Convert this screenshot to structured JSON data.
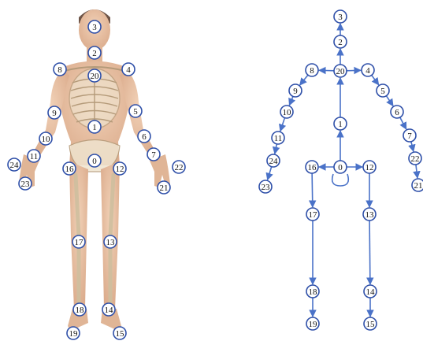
{
  "colors": {
    "skin": "#e8c2a4",
    "skin_shadow": "#cf9c7c",
    "bone": "#efe4cf",
    "bone_line": "#b49a79",
    "hair": "#6d5447",
    "joint_stroke": "#2e4fa8",
    "edge": "#4a72c8"
  },
  "joints": [
    {
      "id": "0",
      "label": "0"
    },
    {
      "id": "1",
      "label": "1"
    },
    {
      "id": "2",
      "label": "2"
    },
    {
      "id": "3",
      "label": "3"
    },
    {
      "id": "4",
      "label": "4"
    },
    {
      "id": "5",
      "label": "5"
    },
    {
      "id": "6",
      "label": "6"
    },
    {
      "id": "7",
      "label": "7"
    },
    {
      "id": "8",
      "label": "8"
    },
    {
      "id": "9",
      "label": "9"
    },
    {
      "id": "10",
      "label": "10"
    },
    {
      "id": "11",
      "label": "11"
    },
    {
      "id": "12",
      "label": "12"
    },
    {
      "id": "13",
      "label": "13"
    },
    {
      "id": "14",
      "label": "14"
    },
    {
      "id": "15",
      "label": "15"
    },
    {
      "id": "16",
      "label": "16"
    },
    {
      "id": "17",
      "label": "17"
    },
    {
      "id": "18",
      "label": "18"
    },
    {
      "id": "19",
      "label": "19"
    },
    {
      "id": "20",
      "label": "20"
    },
    {
      "id": "21",
      "label": "21"
    },
    {
      "id": "22",
      "label": "22"
    },
    {
      "id": "23",
      "label": "23"
    },
    {
      "id": "24",
      "label": "24"
    }
  ],
  "edges": [
    [
      "0",
      "1"
    ],
    [
      "1",
      "20"
    ],
    [
      "20",
      "2"
    ],
    [
      "2",
      "3"
    ],
    [
      "20",
      "4"
    ],
    [
      "4",
      "5"
    ],
    [
      "5",
      "6"
    ],
    [
      "6",
      "7"
    ],
    [
      "7",
      "22"
    ],
    [
      "22",
      "21"
    ],
    [
      "20",
      "8"
    ],
    [
      "8",
      "9"
    ],
    [
      "9",
      "10"
    ],
    [
      "10",
      "11"
    ],
    [
      "11",
      "24"
    ],
    [
      "24",
      "23"
    ],
    [
      "0",
      "12"
    ],
    [
      "12",
      "13"
    ],
    [
      "13",
      "14"
    ],
    [
      "14",
      "15"
    ],
    [
      "0",
      "16"
    ],
    [
      "16",
      "17"
    ],
    [
      "17",
      "18"
    ],
    [
      "18",
      "19"
    ]
  ]
}
